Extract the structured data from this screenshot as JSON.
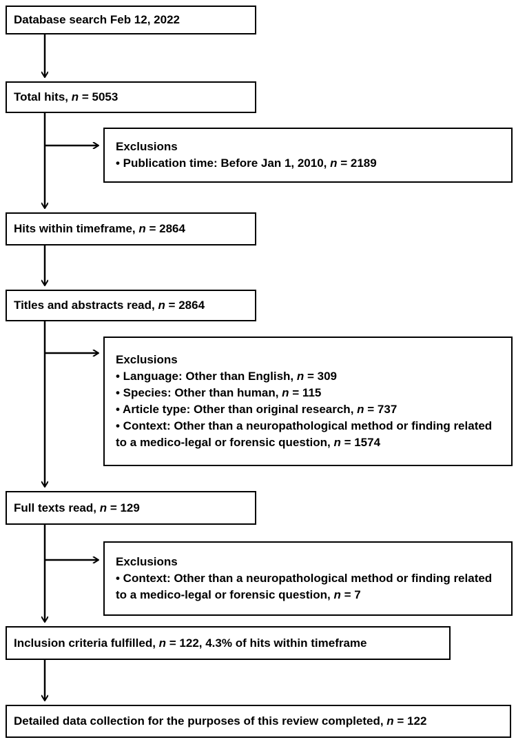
{
  "boxes": {
    "search": {
      "text": "Database search Feb 12, 2022"
    },
    "total": {
      "pre": "Total hits, ",
      "n": "n",
      "post": " = 5053"
    },
    "excl1": {
      "title": "Exclusions",
      "items": [
        {
          "pre": "• Publication time: Before Jan 1, 2010, ",
          "n": "n",
          "post": " = 2189"
        }
      ]
    },
    "timeframe": {
      "pre": "Hits within timeframe, ",
      "n": "n",
      "post": " = 2864"
    },
    "titles": {
      "pre": "Titles and abstracts read, ",
      "n": "n",
      "post": " = 2864"
    },
    "excl2": {
      "title": "Exclusions",
      "items": [
        {
          "pre": "• Language: Other than English, ",
          "n": "n",
          "post": " = 309"
        },
        {
          "pre": "• Species: Other than human, ",
          "n": "n",
          "post": " = 115"
        },
        {
          "pre": "• Article type: Other than original research, ",
          "n": "n",
          "post": " = 737"
        },
        {
          "pre": "• Context: Other than a neuropathological method or finding related to a medico-legal or forensic question, ",
          "n": "n",
          "post": " = 1574"
        }
      ]
    },
    "fulltexts": {
      "pre": "Full texts read, ",
      "n": "n",
      "post": " = 129"
    },
    "excl3": {
      "title": "Exclusions",
      "items": [
        {
          "pre": "• Context: Other than a neuropathological method or finding related to a medico-legal or forensic question, ",
          "n": "n",
          "post": " = 7"
        }
      ]
    },
    "inclusion": {
      "pre": "Inclusion criteria fulfilled, ",
      "n": "n",
      "post": " = 122, 4.3% of hits within timeframe"
    },
    "final": {
      "pre": "Detailed data collection for the purposes of this review completed, ",
      "n": "n",
      "post": " = 122"
    }
  }
}
